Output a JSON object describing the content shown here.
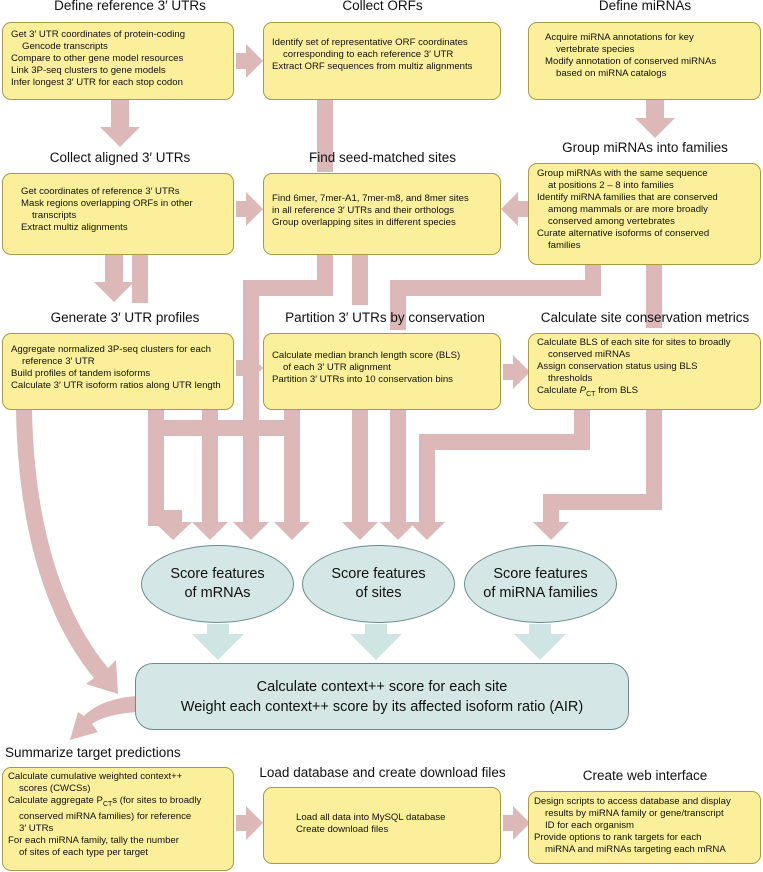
{
  "colors": {
    "box_fill": "#fbef9b",
    "arrow": "#dcb8b9",
    "blue_arrow": "#cfe5e4",
    "oval_fill": "#d4e7e6"
  },
  "steps": {
    "define_utrs": {
      "title": "Define reference 3′ UTRs",
      "lines": [
        "Get 3′ UTR coordinates of protein-coding",
        "Gencode transcripts",
        "Compare to other gene model resources",
        "Link 3P-seq clusters to gene models",
        "Infer longest 3′ UTR for each stop codon"
      ]
    },
    "collect_orfs": {
      "title": "Collect ORFs",
      "lines": [
        "Identify set of representative ORF coordinates",
        "corresponding to each reference 3′ UTR",
        "Extract ORF sequences from multiz alignments"
      ]
    },
    "define_mirnas": {
      "title": "Define miRNAs",
      "lines": [
        "Acquire miRNA annotations for key",
        "vertebrate species",
        "Modify annotation of conserved miRNAs",
        "based on miRNA catalogs"
      ]
    },
    "collect_aligned": {
      "title": "Collect aligned 3′ UTRs",
      "lines": [
        "Get coordinates of reference 3′ UTRs",
        "Mask regions overlapping ORFs in other",
        "transcripts",
        "Extract multiz alignments"
      ]
    },
    "find_seed": {
      "title": "Find seed-matched sites",
      "lines": [
        "Find 6mer, 7mer-A1, 7mer-m8, and 8mer sites",
        "in all reference 3′ UTRs and their orthologs",
        "Group overlapping sites in different species"
      ]
    },
    "group_mirnas": {
      "title": "Group miRNAs into families",
      "lines": [
        "Group miRNAs with the same sequence",
        "at positions 2 – 8 into families",
        "Identify miRNA families that are conserved",
        "among mammals or are more broadly",
        "conserved among vertebrates",
        "Curate alternative isoforms of conserved",
        "families"
      ]
    },
    "generate_profiles": {
      "title": "Generate 3′ UTR profiles",
      "lines": [
        "Aggregate normalized 3P-seq clusters for each",
        "reference 3′ UTR",
        "Build profiles of tandem isoforms",
        "Calculate 3′ UTR isoform ratios along UTR length"
      ]
    },
    "partition": {
      "title": "Partition 3′ UTRs by conservation",
      "lines": [
        "Calculate median branch length score (BLS)",
        "of each 3′ UTR alignment",
        "Partition 3′ UTRs into 10 conservation bins"
      ]
    },
    "site_conservation": {
      "title": "Calculate site conservation metrics",
      "lines": [
        "Calculate BLS of each site for sites to broadly",
        "conserved miRNAs",
        "Assign conservation status using BLS",
        "thresholds",
        "Calculate"
      ],
      "pct_symbol": "P",
      "pct_sub": "CT",
      "pct_tail": " from BLS"
    },
    "summarize": {
      "title": "Summarize target predictions",
      "lines": [
        "Calculate cumulative weighted context++",
        "scores (CWCSs)",
        "Calculate aggregate P",
        "CT",
        "s (for sites to broadly",
        "conserved miRNA families) for reference",
        "3′ UTRs",
        "For each miRNA family, tally the number",
        "of sites of each type per target"
      ]
    },
    "load_db": {
      "title": "Load database and create download files",
      "lines": [
        "Load all data into MySQL database",
        "Create download files"
      ]
    },
    "web": {
      "title": "Create web interface",
      "lines": [
        "Design scripts to access database and display",
        "results by miRNA family or gene/transcript",
        "ID for each organism",
        "Provide options to rank targets for each",
        "miRNA and miRNAs targeting each mRNA"
      ]
    }
  },
  "ovals": {
    "mrnas": [
      "Score features",
      "of mRNAs"
    ],
    "sites": [
      "Score features",
      "of sites"
    ],
    "families": [
      "Score features",
      "of miRNA families"
    ]
  },
  "context": [
    "Calculate context++ score for each site",
    "Weight each context++ score by its affected isoform ratio (AIR)"
  ]
}
